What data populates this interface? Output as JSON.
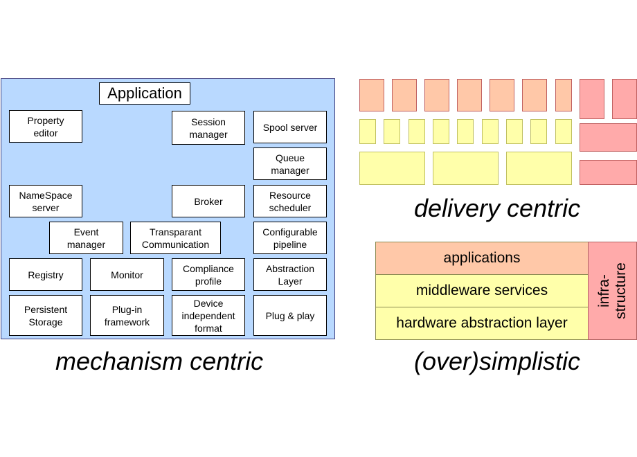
{
  "mechanism": {
    "title": "Application",
    "components": [
      "Property\neditor",
      "Session\nmanager",
      "Spool server",
      "Queue\nmanager",
      "NameSpace\nserver",
      "Broker",
      "Resource\nscheduler",
      "Event\nmanager",
      "Transparant\nCommunication",
      "Configurable\npipeline",
      "Registry",
      "Monitor",
      "Compliance\nprofile",
      "Abstraction\nLayer",
      "Persistent\nStorage",
      "Plug-in\nframework",
      "Device\nindependent\nformat",
      "Plug & play"
    ],
    "caption": "mechanism centric"
  },
  "delivery": {
    "caption": "delivery centric",
    "colors": {
      "salmon": "#ffc8a8",
      "pink": "#ffaaaa",
      "yellow": "#ffffaa"
    }
  },
  "simplistic": {
    "layers": [
      "applications",
      "middleware services",
      "hardware abstraction layer"
    ],
    "infrastructure": "infra-\nstructure",
    "caption": "(over)simplistic",
    "colors": {
      "applications": "#ffc8a8",
      "middleware": "#ffffaa",
      "hardware": "#ffffaa",
      "infrastructure": "#ffaaaa"
    }
  }
}
